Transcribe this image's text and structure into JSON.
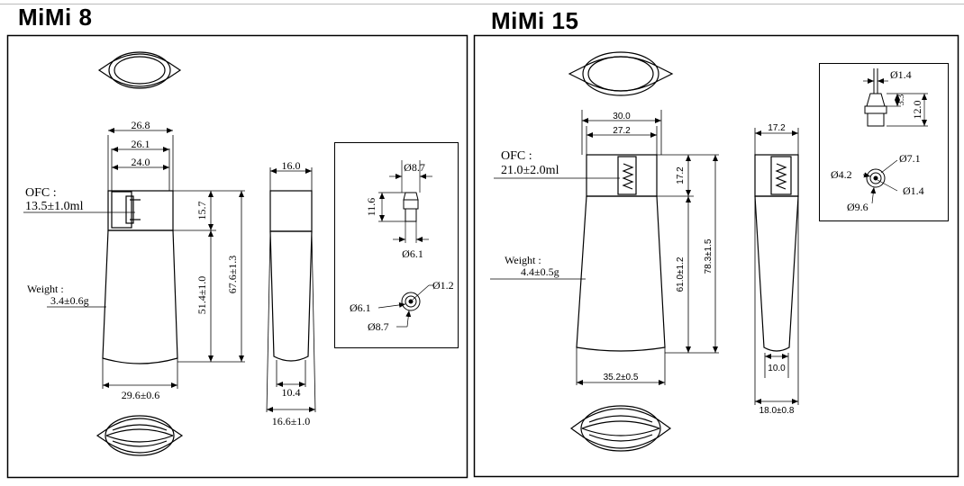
{
  "left": {
    "title": "MiMi 8",
    "ofc_label": "OFC :",
    "ofc_value": "13.5±1.0ml",
    "weight_label": "Weight :",
    "weight_value": "3.4±0.6g",
    "dims": {
      "w_top1": "26.8",
      "w_top2": "26.1",
      "w_top3": "24.0",
      "h_cap": "15.7",
      "h_body": "51.4±1.0",
      "h_total": "67.6±1.3",
      "w_bottom": "29.6±0.6",
      "side_top": "16.0",
      "side_bottom": "10.4",
      "side_width": "16.6±1.0"
    },
    "detail": {
      "d_top": "Ø8.7",
      "h_nozzle": "11.6",
      "d_nozzle": "Ø6.1",
      "d_hole": "Ø1.2",
      "d_inner": "Ø6.1",
      "d_outer": "Ø8.7"
    }
  },
  "right": {
    "title": "MiMi 15",
    "ofc_label": "OFC :",
    "ofc_value": "21.0±2.0ml",
    "weight_label": "Weight :",
    "weight_value": "4.4±0.5g",
    "dims": {
      "w_top1": "30.0",
      "w_top2": "27.2",
      "h_cap": "17.2",
      "h_body": "61.0±1.2",
      "h_total": "78.3±1.5",
      "w_bottom": "35.2±0.5",
      "side_top": "17.2",
      "side_bottom": "10.0",
      "side_width": "18.0±0.8"
    },
    "detail": {
      "d_top": "Ø1.4",
      "h_small": "3.3",
      "h_nozzle": "12.0",
      "d_a": "Ø7.1",
      "d_b": "Ø4.2",
      "d_c": "Ø1.4",
      "d_d": "Ø9.6"
    }
  }
}
